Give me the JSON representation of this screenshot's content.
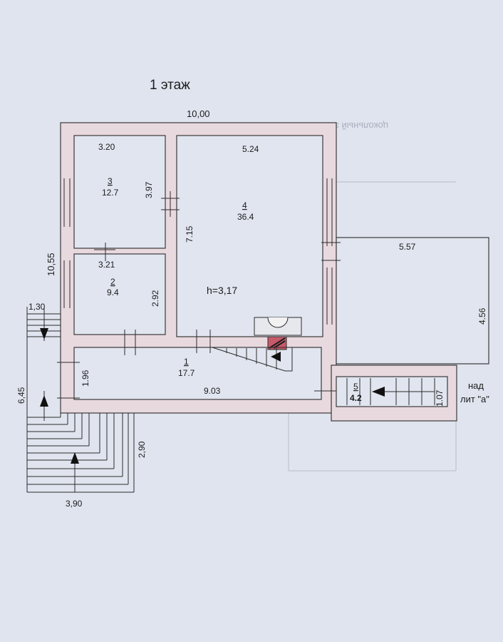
{
  "floor_title": "1 этаж",
  "ghost_title": "цокольный этаж",
  "height_label": "h=3,17",
  "annex_label_line1": "над",
  "annex_label_line2": "лит \"а\"",
  "dimensions": {
    "overall_width": "10,00",
    "overall_height": "10,55",
    "porch_side": "1,30",
    "porch_total": "6,45",
    "porch_depth": "2,90",
    "porch_width": "3,90",
    "room3_width": "3.20",
    "room3_height": "3.97",
    "room4_width": "5.24",
    "room4_height": "7.15",
    "room2_width": "3.21",
    "room2_height": "2.92",
    "room1_height": "1.96",
    "room1_width": "9.03",
    "annex_width": "5.57",
    "annex_height": "4.56",
    "room5_height": "1.07"
  },
  "rooms": [
    {
      "id": "1",
      "number": "1",
      "area": "17.7"
    },
    {
      "id": "2",
      "number": "2",
      "area": "9.4"
    },
    {
      "id": "3",
      "number": "3",
      "area": "12.7"
    },
    {
      "id": "4",
      "number": "4",
      "area": "36.4"
    },
    {
      "id": "5",
      "number": "5",
      "area": "4.2"
    }
  ]
}
